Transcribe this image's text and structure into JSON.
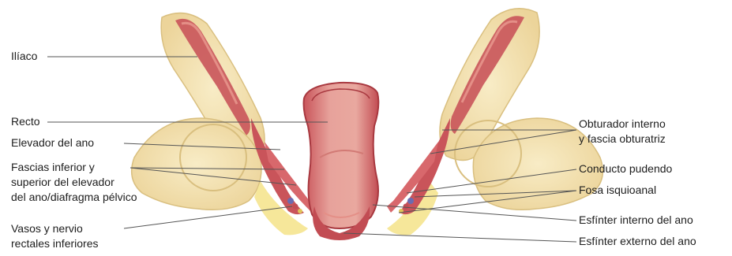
{
  "labels_left": {
    "iliaco": "Ilíaco",
    "recto": "Recto",
    "elevador": "Elevador del ano",
    "fascias_1": "Fascias inferior y",
    "fascias_2": "superior del elevador",
    "fascias_3": "del ano/diafragma pélvico",
    "vasos_1": "Vasos y nervio",
    "vasos_2": "rectales inferiores"
  },
  "labels_right": {
    "obturador_1": "Obturador interno",
    "obturador_2": "y fascia obturatriz",
    "conducto": "Conducto pudendo",
    "fosa": "Fosa isquioanal",
    "esf_interno": "Esfínter interno del ano",
    "esf_externo": "Esfínter externo del ano"
  },
  "colors": {
    "bone": "#f3e2b1",
    "bone_edge": "#d9bf7f",
    "muscle": "#c9545a",
    "muscle_light": "#e48f87",
    "rectum_inner": "#e7a19a",
    "fat": "#f6e79a",
    "leader": "#555555"
  }
}
